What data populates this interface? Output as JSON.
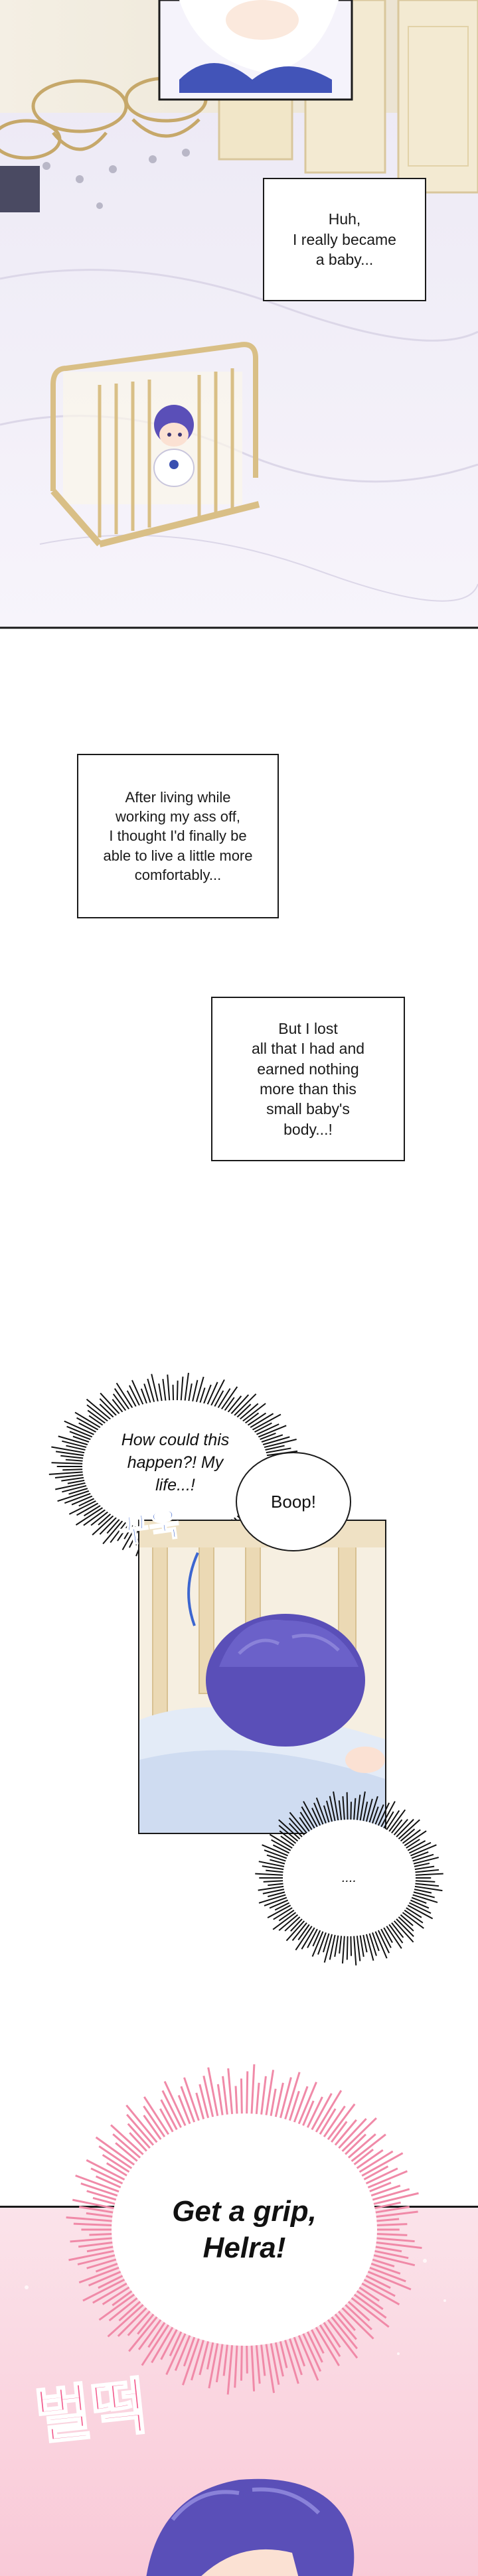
{
  "captions": {
    "top": "Huh,\nI really became\na baby...",
    "living": "After living while\nworking my ass off,\nI thought I'd finally be\nable to live a little more\ncomfortably...",
    "lost": "But I lost\nall that I had and\nearned nothing\nmore than this\nsmall baby's\nbody...!"
  },
  "bubbles": {
    "life": "How could this\nhappen?! My\nlife...!",
    "boop": "Boop!",
    "dots": "....",
    "grip": "Get a grip,\nHelra!"
  },
  "sfx": {
    "squeeze": "꾸욱",
    "jolt": "벌떡"
  },
  "colors": {
    "hair": "#5a4fb8",
    "sfx_blue": "#2b57c8",
    "sfx_pink": "#f25a8c",
    "panel_pink": "#fcd7e2"
  }
}
